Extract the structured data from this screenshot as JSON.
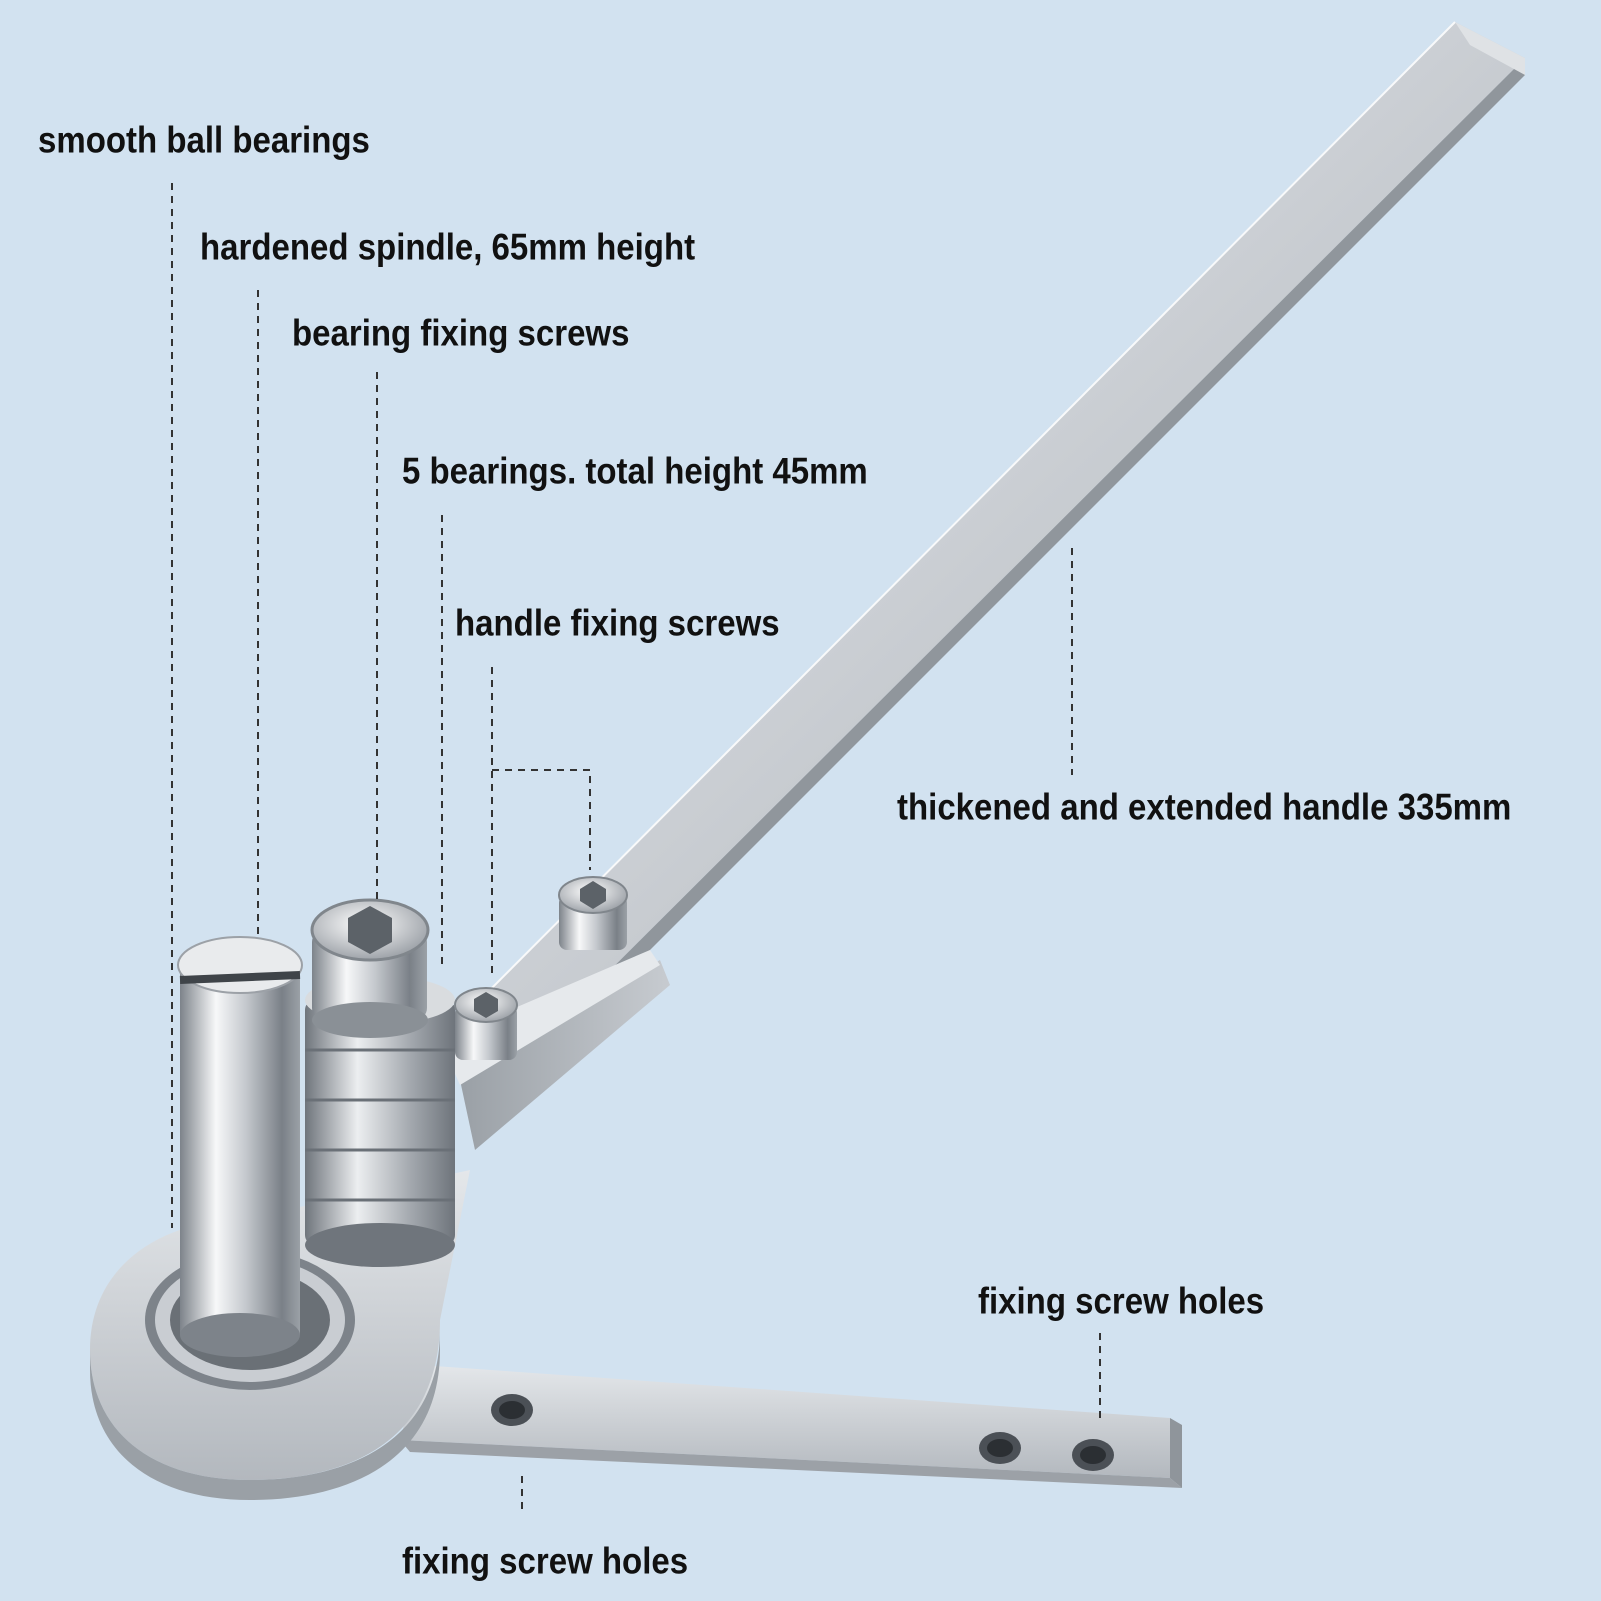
{
  "labels": {
    "smooth_ball_bearings": "smooth ball bearings",
    "hardened_spindle": "hardened spindle, 65mm height",
    "bearing_fixing_screws": "bearing fixing screws",
    "five_bearings": "5 bearings. total height 45mm",
    "handle_fixing_screws": "handle fixing screws",
    "thickened_handle": "thickened and extended handle 335mm",
    "fixing_screw_holes_right": "fixing screw holes",
    "fixing_screw_holes_bottom": "fixing screw holes"
  },
  "colors": {
    "background": "#d2e2f0",
    "steel_light": "#eef0f2",
    "steel_mid": "#bfc3c8",
    "steel_dark": "#8a8f95",
    "label_text": "#111111"
  }
}
